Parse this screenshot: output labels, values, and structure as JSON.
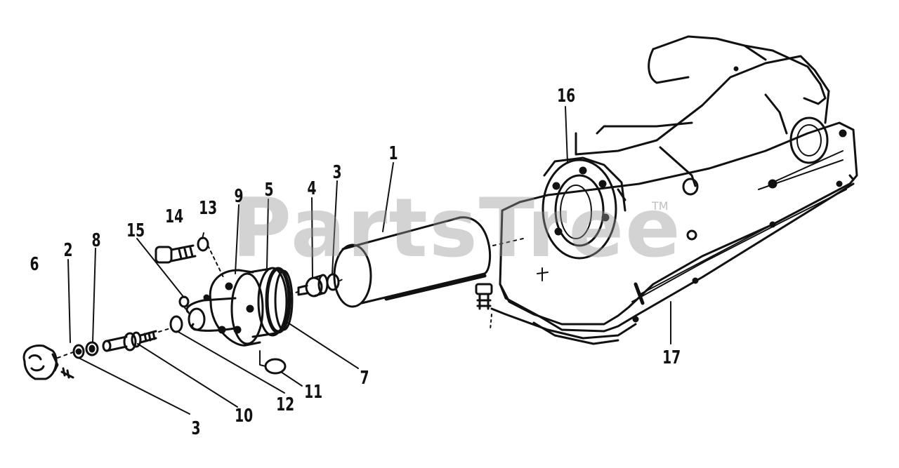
{
  "watermark": {
    "text": "PartsTree",
    "trademark": "TM"
  },
  "callouts": {
    "n1": "1",
    "n2": "2",
    "n3a": "3",
    "n3b": "3",
    "n4": "4",
    "n5": "5",
    "n6": "6",
    "n7": "7",
    "n8": "8",
    "n9": "9",
    "n10": "10",
    "n11": "11",
    "n12": "12",
    "n13": "13",
    "n14": "14",
    "n15": "15",
    "n16": "16",
    "n17": "17"
  },
  "colors": {
    "line": "#111111",
    "background": "#ffffff",
    "watermark": "#969696"
  }
}
